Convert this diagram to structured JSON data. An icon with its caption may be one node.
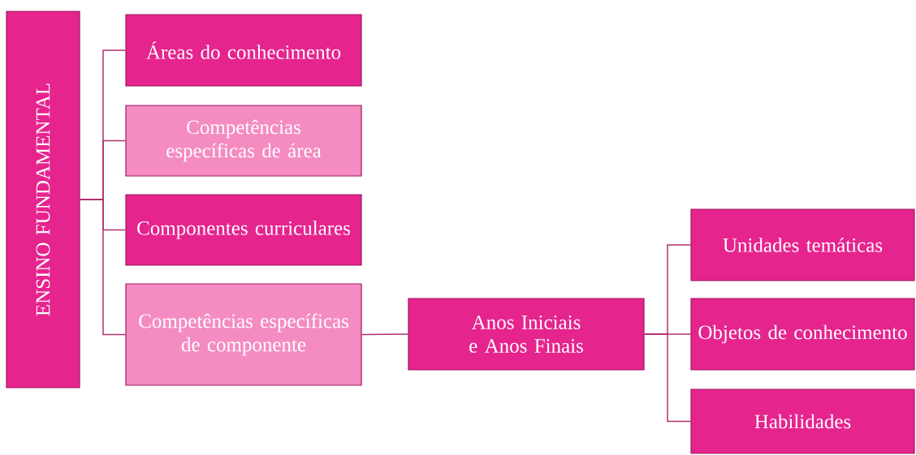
{
  "diagram": {
    "nodes": [
      {
        "text": [
          "ENSINO FUNDAMENTAL"
        ]
      },
      {
        "text": [
          "Áreas do conhecimento"
        ]
      },
      {
        "text": [
          "Competências específicas de área"
        ]
      },
      {
        "text": [
          "Componentes curriculares"
        ]
      },
      {
        "text": [
          "Competências específicas de componente"
        ]
      },
      {
        "text": [
          "Anos Iniciais e Anos Finais"
        ]
      },
      {
        "text": [
          "Unidades temáticas"
        ]
      },
      {
        "text": [
          "Objetos de conhecimento"
        ]
      },
      {
        "text": [
          "Habilidades"
        ]
      }
    ],
    "edges": [
      {
        "from": 0,
        "to": 1,
        "arrow": "none"
      },
      {
        "from": 0,
        "to": 2,
        "arrow": "none"
      },
      {
        "from": 0,
        "to": 3,
        "arrow": "none"
      },
      {
        "from": 0,
        "to": 4,
        "arrow": "none"
      },
      {
        "from": 4,
        "to": 5,
        "arrow": "none"
      },
      {
        "from": 5,
        "to": 6,
        "arrow": "none"
      },
      {
        "from": 5,
        "to": 7,
        "arrow": "none"
      },
      {
        "from": 5,
        "to": 8,
        "arrow": "none"
      }
    ]
  }
}
